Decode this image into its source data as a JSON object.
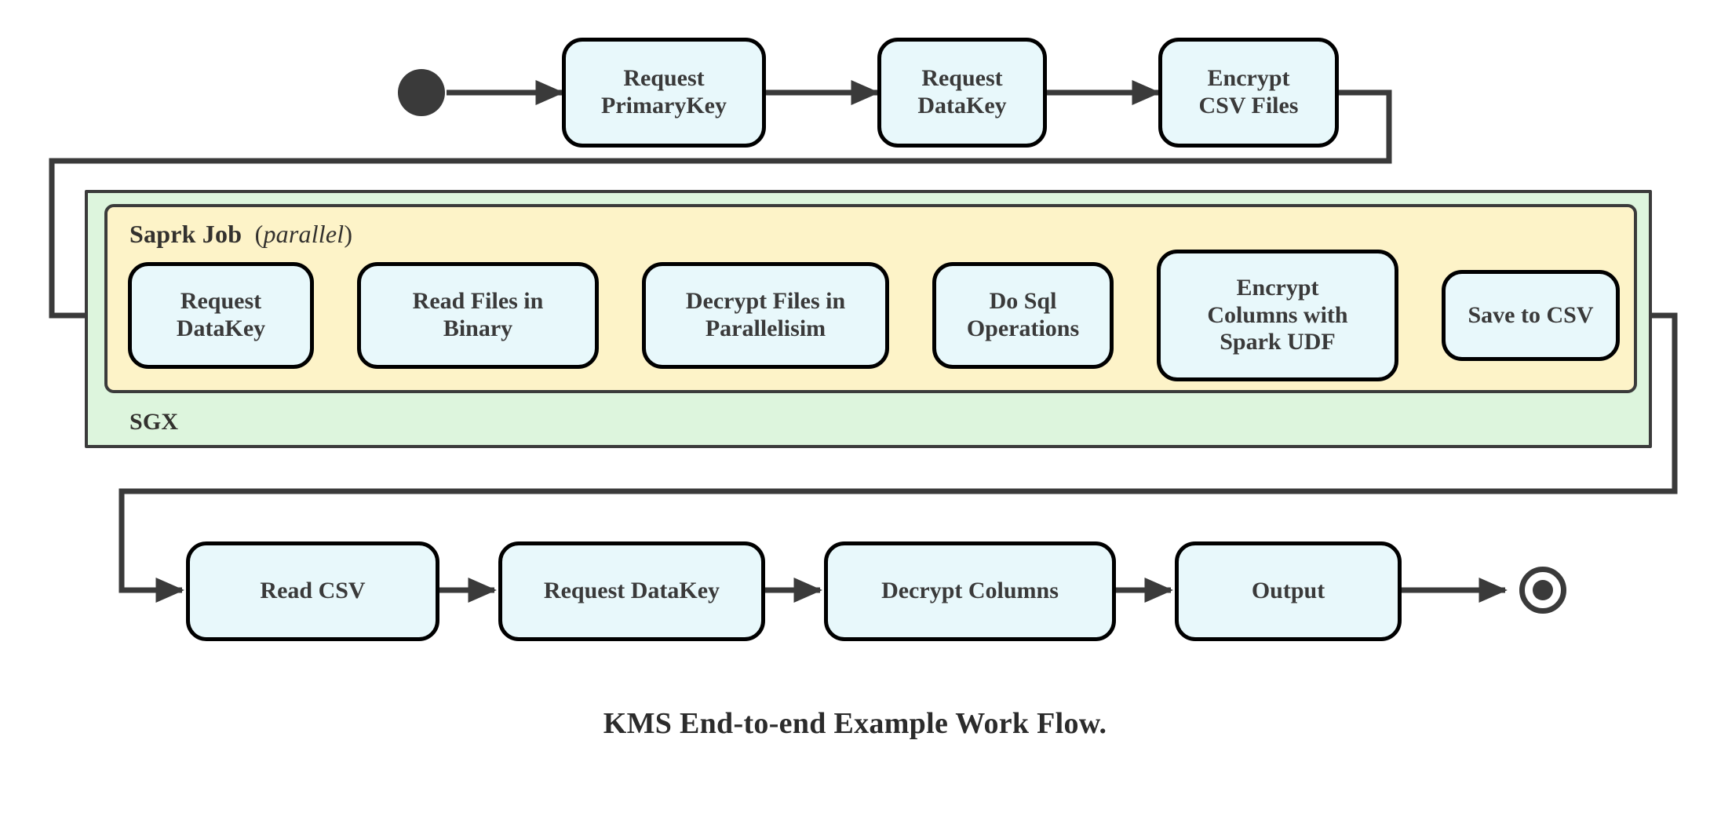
{
  "diagram": {
    "caption": "KMS End-to-end Example Work Flow.",
    "colors": {
      "node_fill": "#e8f8fb",
      "node_border": "#000000",
      "sgx_fill": "#ddf5dd",
      "spark_fill": "#fdf3c8",
      "container_border": "#3b3b3b",
      "connector": "#3a3a3a",
      "text": "#3a3a3a",
      "background": "#ffffff"
    },
    "groups": [
      {
        "id": "sgx",
        "label": "SGX",
        "label_position": "bottom-left"
      },
      {
        "id": "spark",
        "label": "Saprk Job",
        "annotation": "parallel",
        "annotation_style": "italic",
        "label_position": "top-left"
      }
    ],
    "markers": {
      "start": "initial-state",
      "end": "final-state"
    },
    "rows": [
      {
        "id": "row-top",
        "nodes": [
          {
            "id": "request-primarykey",
            "lines": [
              "Request",
              "PrimaryKey"
            ]
          },
          {
            "id": "request-datakey-top",
            "lines": [
              "Request",
              "DataKey"
            ]
          },
          {
            "id": "encrypt-csv-files",
            "lines": [
              "Encrypt",
              "CSV Files"
            ]
          }
        ]
      },
      {
        "id": "row-spark",
        "nodes": [
          {
            "id": "request-datakey-spark",
            "lines": [
              "Request",
              "DataKey"
            ]
          },
          {
            "id": "read-files-in-binary",
            "lines": [
              "Read Files in",
              "Binary"
            ]
          },
          {
            "id": "decrypt-files-parallel",
            "lines": [
              "Decrypt Files in",
              "Parallelisim"
            ]
          },
          {
            "id": "do-sql-operations",
            "lines": [
              "Do Sql",
              "Operations"
            ]
          },
          {
            "id": "encrypt-columns-spark-udf",
            "lines": [
              "Encrypt",
              "Columns with",
              "Spark UDF"
            ]
          },
          {
            "id": "save-to-csv",
            "lines": [
              "Save to CSV"
            ]
          }
        ]
      },
      {
        "id": "row-bottom",
        "nodes": [
          {
            "id": "read-csv",
            "lines": [
              "Read CSV"
            ]
          },
          {
            "id": "request-datakey-read",
            "lines": [
              "Request DataKey"
            ]
          },
          {
            "id": "decrypt-columns",
            "lines": [
              "Decrypt Columns"
            ]
          },
          {
            "id": "output",
            "lines": [
              "Output"
            ]
          }
        ]
      }
    ],
    "edges": [
      {
        "from": "start",
        "to": "request-primarykey",
        "kind": "straight"
      },
      {
        "from": "request-primarykey",
        "to": "request-datakey-top",
        "kind": "straight"
      },
      {
        "from": "request-datakey-top",
        "to": "encrypt-csv-files",
        "kind": "straight"
      },
      {
        "from": "encrypt-csv-files",
        "to": "request-datakey-spark",
        "kind": "wrap-left"
      },
      {
        "from": "request-datakey-spark",
        "to": "read-files-in-binary",
        "kind": "straight"
      },
      {
        "from": "read-files-in-binary",
        "to": "decrypt-files-parallel",
        "kind": "straight"
      },
      {
        "from": "decrypt-files-parallel",
        "to": "do-sql-operations",
        "kind": "straight"
      },
      {
        "from": "do-sql-operations",
        "to": "encrypt-columns-spark-udf",
        "kind": "straight"
      },
      {
        "from": "encrypt-columns-spark-udf",
        "to": "save-to-csv",
        "kind": "straight"
      },
      {
        "from": "save-to-csv",
        "to": "read-csv",
        "kind": "wrap-left"
      },
      {
        "from": "read-csv",
        "to": "request-datakey-read",
        "kind": "straight"
      },
      {
        "from": "request-datakey-read",
        "to": "decrypt-columns",
        "kind": "straight"
      },
      {
        "from": "decrypt-columns",
        "to": "output",
        "kind": "straight"
      },
      {
        "from": "output",
        "to": "end",
        "kind": "straight"
      }
    ]
  }
}
